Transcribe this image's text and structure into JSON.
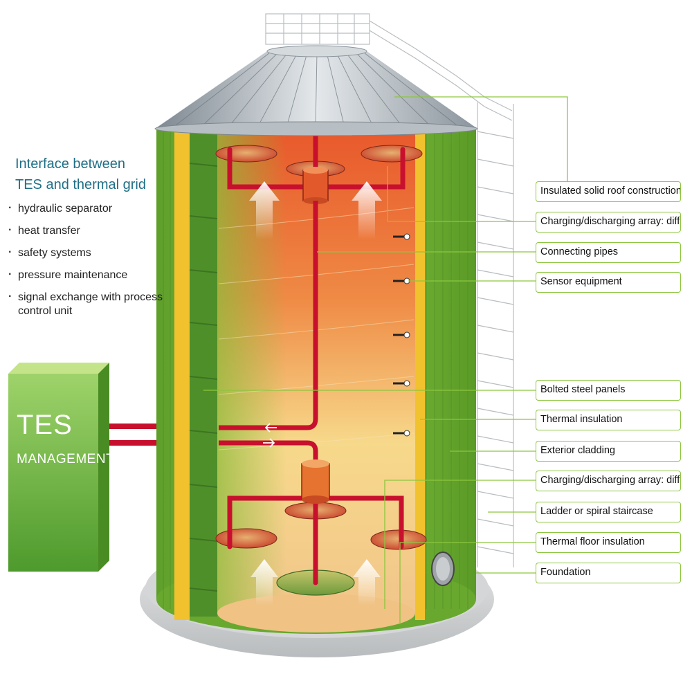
{
  "interface": {
    "heading_line1": "Interface between",
    "heading_line2": "TES and thermal grid",
    "bullets": [
      "hydraulic separator",
      "heat transfer",
      "safety systems",
      "pressure maintenance",
      "signal exchange with process control unit"
    ]
  },
  "management": {
    "title": "TES",
    "subtitle": "MANAGEMENT"
  },
  "labels": [
    "Insulated solid roof construction",
    "Charging/discharging array: diffusors",
    "Connecting pipes",
    "Sensor equipment",
    "Bolted steel panels",
    "Thermal insulation",
    "Exterior cladding",
    "Charging/discharging array: diffusors",
    "Ladder or spiral staircase",
    "Thermal floor insulation",
    "Foundation"
  ],
  "colors": {
    "cladding": "#7cc242",
    "insulation": "#f2c22e",
    "hot": "#e8502a",
    "warm": "#f6d98a",
    "pipe": "#c8102e",
    "leader": "#8cc63f",
    "heading": "#1f6f86"
  }
}
